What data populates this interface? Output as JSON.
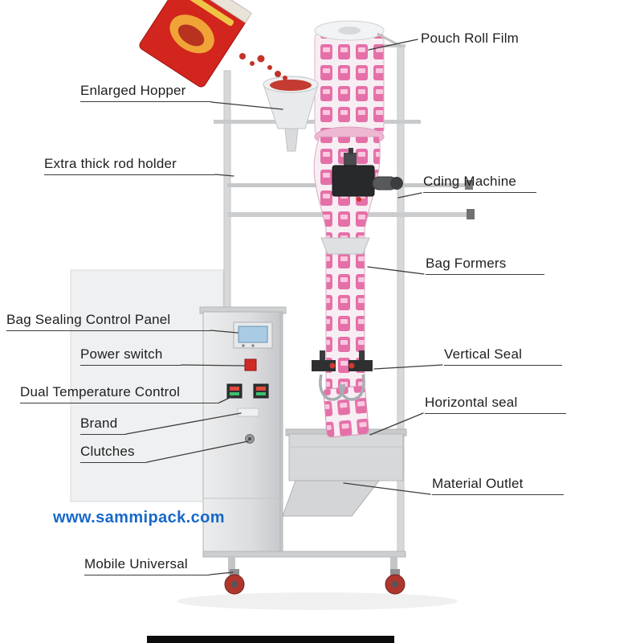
{
  "diagram": {
    "labels": {
      "pouch_roll_film": "Pouch Roll Film",
      "enlarged_hopper": "Enlarged Hopper",
      "rod_holder": "Extra thick rod holder",
      "coding_machine": "Cding Machine",
      "bag_formers": "Bag Formers",
      "bag_sealing_control_panel": "Bag Sealing Control Panel",
      "power_switch": "Power switch",
      "vertical_seal": "Vertical Seal",
      "dual_temperature_control": "Dual Temperature Control",
      "horizontal_seal": "Horizontal seal",
      "brand": "Brand",
      "clutches": "Clutches",
      "material_outlet": "Material Outlet",
      "mobile_universal": "Mobile Universal"
    },
    "website": "www.sammipack.com",
    "colors": {
      "label_text": "#1e1e1e",
      "leader_line": "#3c3c3c",
      "website_blue": "#1668c9",
      "film_pink": "#e570a8",
      "pouch_red": "#d2251e",
      "caster_red": "#ad372e",
      "machine_gray": "#dcdde0"
    }
  }
}
